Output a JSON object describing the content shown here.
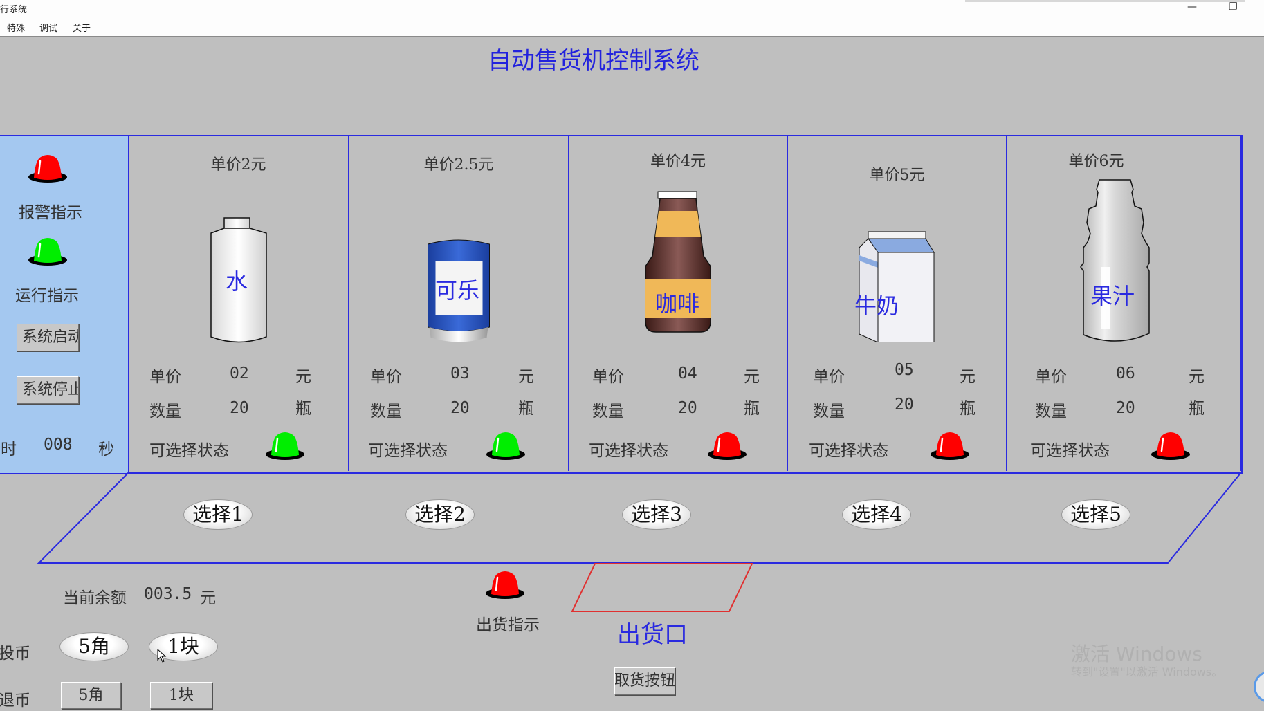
{
  "window": {
    "title": "行系统",
    "minimize_icon": "—",
    "restore_icon": "❐"
  },
  "menu": [
    "特殊",
    "调试",
    "关于"
  ],
  "app_title": "自动售货机控制系统",
  "left_panel": {
    "alarm_label": "报警指示",
    "alarm_state": "red",
    "run_label": "运行指示",
    "run_state": "green",
    "start_button": "系统启动",
    "stop_button": "系统停止",
    "timer_label": "计时",
    "timer_value": "008",
    "timer_unit": "秒"
  },
  "product_labels": {
    "price": "单价",
    "quantity": "数量",
    "price_unit": "元",
    "qty_unit": "瓶",
    "status": "可选择状态"
  },
  "products": [
    {
      "header": "单价2元",
      "name": "水",
      "price": "02",
      "quantity": "20",
      "available": "green",
      "select_label": "选择1"
    },
    {
      "header": "单价2.5元",
      "name": "可乐",
      "price": "03",
      "quantity": "20",
      "available": "green",
      "select_label": "选择2"
    },
    {
      "header": "单价4元",
      "name": "咖啡",
      "price": "04",
      "quantity": "20",
      "available": "red",
      "select_label": "选择3"
    },
    {
      "header": "单价5元",
      "name": "牛奶",
      "price": "05",
      "quantity": "20",
      "available": "red",
      "select_label": "选择4"
    },
    {
      "header": "单价6元",
      "name": "果汁",
      "price": "06",
      "quantity": "20",
      "available": "red",
      "select_label": "选择5"
    }
  ],
  "balance": {
    "label": "当前余额",
    "value": "003.5",
    "unit": "元"
  },
  "insert_coin": {
    "label": "投币",
    "options": [
      "5角",
      "1块"
    ]
  },
  "return_coin": {
    "label": "退币",
    "options": [
      "5角",
      "1块"
    ]
  },
  "delivery": {
    "indicator_label": "出货指示",
    "indicator_state": "red",
    "outlet_label": "出货口",
    "take_button": "取货按钮"
  },
  "watermark": {
    "line1": "激活 Windows",
    "line2": "转到\"设置\"以激活 Windows。"
  },
  "colors": {
    "border_blue": "#2a2ae0",
    "panel_blue": "#a4c8f0",
    "background": "#bfbfbf",
    "lamp_red": "#ff0000",
    "lamp_green": "#00ee00",
    "outlet_red": "#e03030"
  }
}
